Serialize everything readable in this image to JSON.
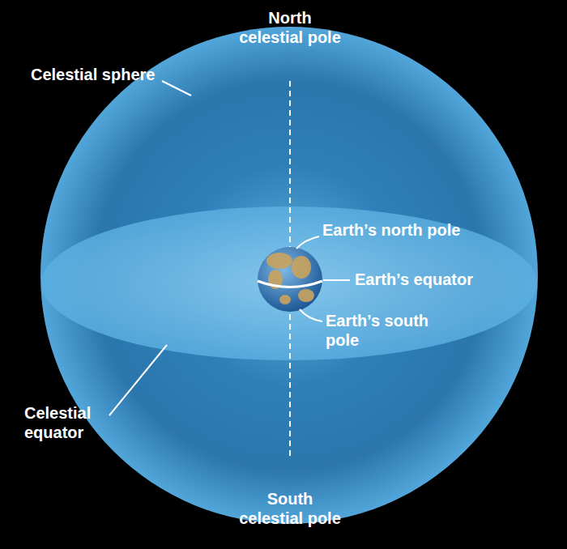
{
  "diagram": {
    "labels": [
      "North celestial pole",
      "Celestial sphere",
      "Earth’s north pole",
      "Earth’s equator",
      "Earth’s south pole",
      "Celestial equator",
      "South celestial pole"
    ]
  }
}
